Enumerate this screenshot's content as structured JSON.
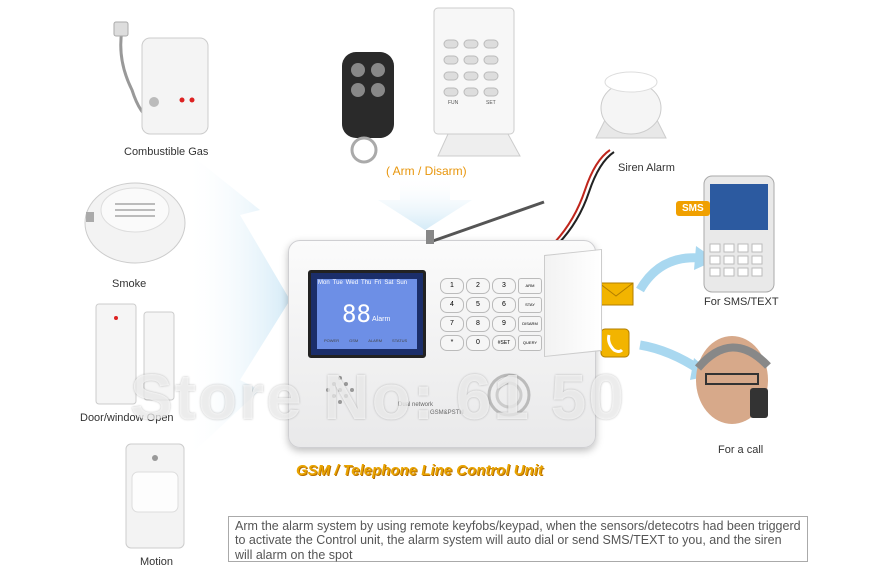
{
  "labels": {
    "gas": "Combustible Gas",
    "smoke": "Smoke",
    "door": "Door/window Open",
    "motion": "Motion",
    "arm_disarm": "( Arm / Disarm)",
    "siren": "Siren Alarm",
    "sms": "For SMS/TEXT",
    "call": "For a call"
  },
  "unit": {
    "title": "GSM / Telephone Line Control Unit",
    "lcd_days": [
      "Mon",
      "Tue",
      "Wed",
      "Thu",
      "Fri",
      "Sat",
      "Sun"
    ],
    "lcd_digits": "88",
    "lcd_alarm": "Alarm",
    "keys": [
      "1",
      "2",
      "3",
      "ARM",
      "4",
      "5",
      "6",
      "STAY",
      "7",
      "8",
      "9",
      "DISARM",
      "*",
      "0",
      "#SET",
      "QUERY"
    ],
    "leds": [
      "POWER",
      "GSM",
      "ALARM",
      "STATUS"
    ],
    "brand_line1": "Dual network",
    "brand_line2": "GSM&PSTN"
  },
  "sms_badge": "SMS",
  "keypad_keys": [
    "FUN",
    "SET"
  ],
  "watermark": "Store No: 61  50",
  "description": "Arm the alarm system by using remote keyfobs/keypad, when the sensors/detecotrs had been triggerd to activate the Control unit, the alarm system will auto dial or send SMS/TEXT to you, and the siren will alarm on the spot",
  "colors": {
    "accent_orange": "#e9a400",
    "lcd_blue": "#6d8fe6",
    "arrow_blue": "#a9d8f0"
  }
}
